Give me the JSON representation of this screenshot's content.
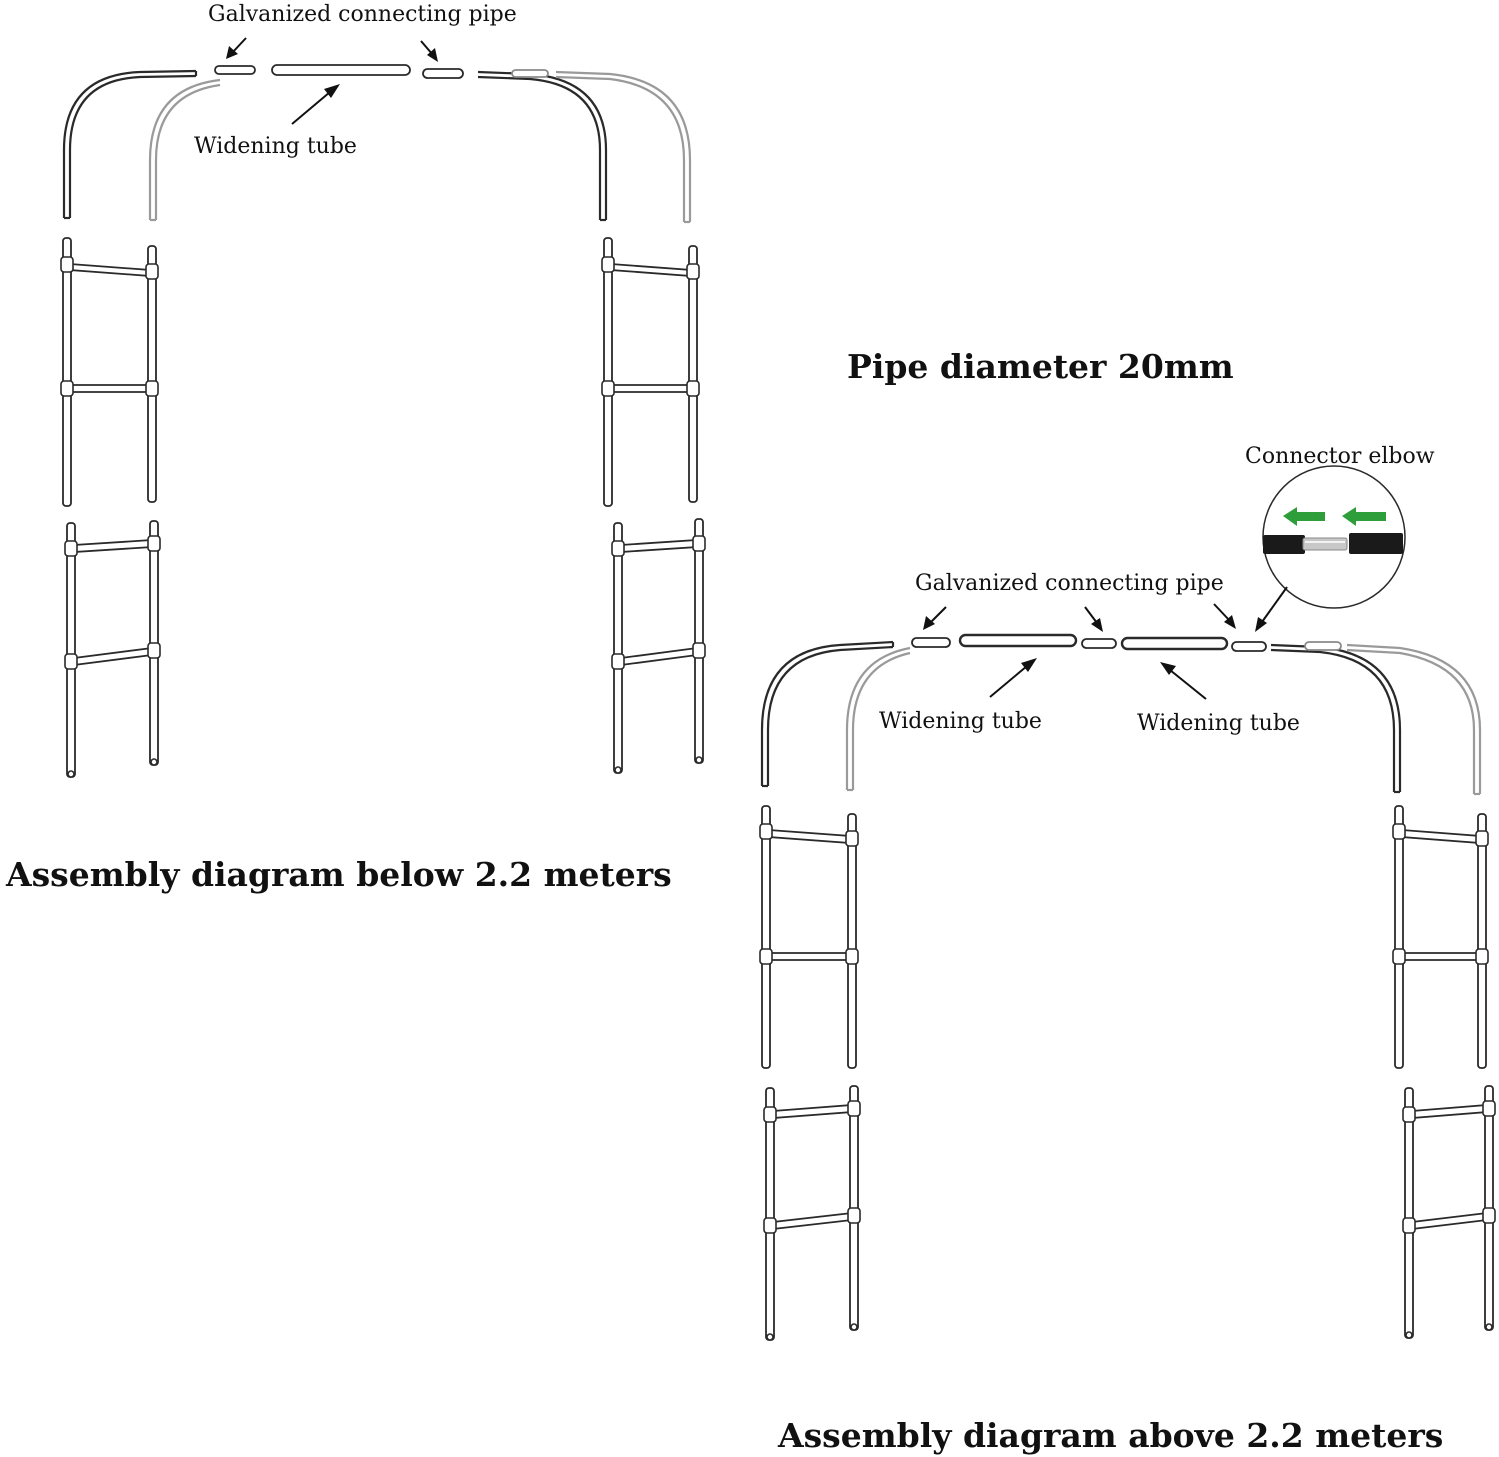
{
  "labels": {
    "left_connecting_pipe": "Galvanized connecting pipe",
    "left_widening_tube": "Widening tube",
    "pipe_diameter": "Pipe diameter 20mm",
    "connector_elbow": "Connector elbow",
    "right_connecting_pipe": "Galvanized connecting pipe",
    "right_widening_tube_1": "Widening tube",
    "right_widening_tube_2": "Widening tube",
    "caption_below": "Assembly diagram below 2.2 meters",
    "caption_above": "Assembly diagram above 2.2 meters"
  },
  "colors": {
    "background": "#ffffff",
    "line_dark": "#2a2a2a",
    "line_light": "#9a9a9a",
    "arrow_green": "#2e9e3a",
    "inset_dark_pipe": "#1a1a1a",
    "inset_silver_pipe": "#c8c8c8"
  },
  "icons": {
    "inset_arrows": "green-left-arrow-icon"
  }
}
